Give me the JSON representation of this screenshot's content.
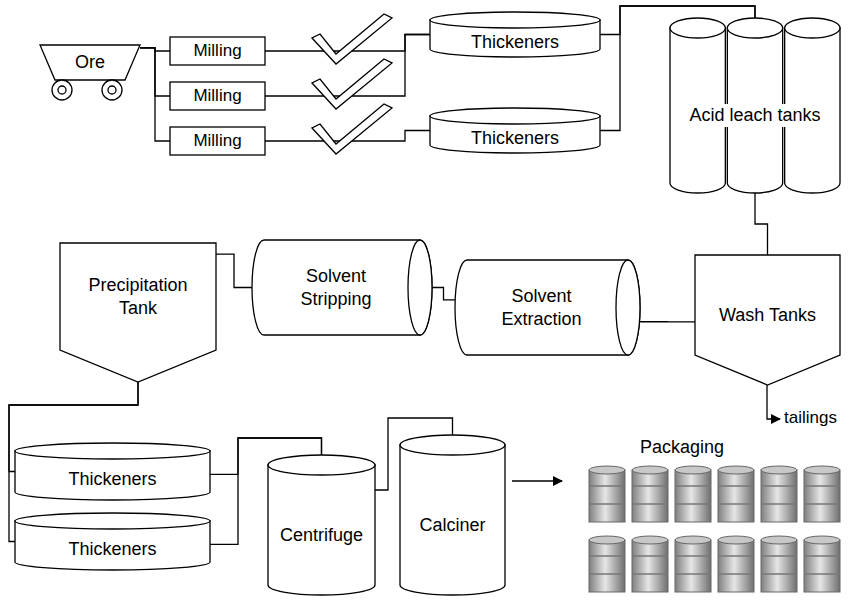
{
  "diagram": {
    "nodes": [
      {
        "text": [
          "Ore"
        ]
      },
      {
        "text": [
          "Milling"
        ]
      },
      {
        "text": [
          "Milling"
        ]
      },
      {
        "text": [
          "Milling"
        ]
      },
      {
        "text": [
          "Thickeners"
        ]
      },
      {
        "text": [
          "Thickeners"
        ]
      },
      {
        "text": [
          "Acid leach tanks"
        ]
      },
      {
        "text": [
          "Precipitation Tank"
        ]
      },
      {
        "text": [
          "Solvent Stripping"
        ]
      },
      {
        "text": [
          "Solvent Extraction"
        ]
      },
      {
        "text": [
          "Wash Tanks"
        ]
      },
      {
        "text": [
          "Thickeners"
        ]
      },
      {
        "text": [
          "Thickeners"
        ]
      },
      {
        "text": [
          "Centrifuge"
        ]
      },
      {
        "text": [
          "Calciner"
        ]
      }
    ],
    "edges": [
      {
        "from": 0,
        "to": 1,
        "arrow": "none"
      },
      {
        "from": 0,
        "to": 2,
        "arrow": "none"
      },
      {
        "from": 0,
        "to": 3,
        "arrow": "none"
      },
      {
        "from": 1,
        "to": 4,
        "arrow": "none"
      },
      {
        "from": 2,
        "to": 4,
        "arrow": "none"
      },
      {
        "from": 3,
        "to": 5,
        "arrow": "none"
      },
      {
        "from": 4,
        "to": 6,
        "arrow": "none"
      },
      {
        "from": 5,
        "to": 6,
        "arrow": "none"
      },
      {
        "from": 6,
        "to": 10,
        "arrow": "none"
      },
      {
        "from": 10,
        "to": 9,
        "arrow": "none"
      },
      {
        "from": 9,
        "to": 8,
        "arrow": "none"
      },
      {
        "from": 8,
        "to": 7,
        "arrow": "none"
      },
      {
        "from": 7,
        "to": 11,
        "arrow": "none"
      },
      {
        "from": 7,
        "to": 12,
        "arrow": "none"
      },
      {
        "from": 11,
        "to": 13,
        "arrow": "none"
      },
      {
        "from": 12,
        "to": 13,
        "arrow": "none"
      },
      {
        "from": 13,
        "to": 14,
        "arrow": "none"
      }
    ],
    "labels": [
      "tailings",
      "Packaging"
    ]
  }
}
